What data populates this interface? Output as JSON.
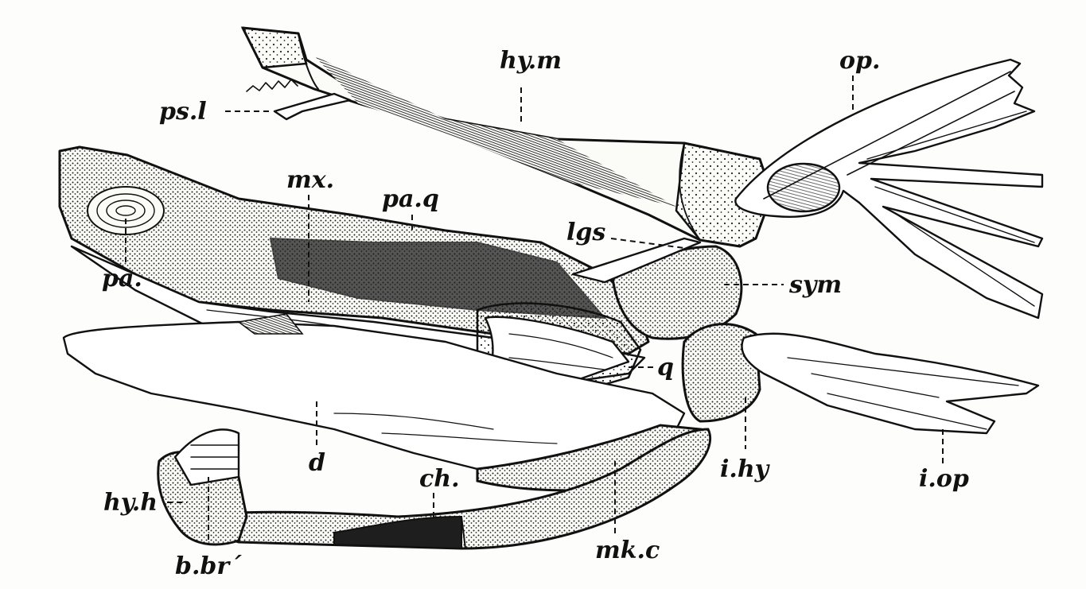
{
  "figure": {
    "labels": {
      "hym": "hy.m",
      "op": "op.",
      "psl": "ps.l",
      "mx": "mx.",
      "paq": "pa.q",
      "lgs": "lgs",
      "pa": "pa.",
      "sym": "sym",
      "q": "q",
      "d": "d",
      "ihy": "i.hy",
      "iop": "i.op",
      "ch": "ch.",
      "hyh": "hy.h",
      "mkc": "mk.c",
      "bbr": "b.br´"
    }
  }
}
